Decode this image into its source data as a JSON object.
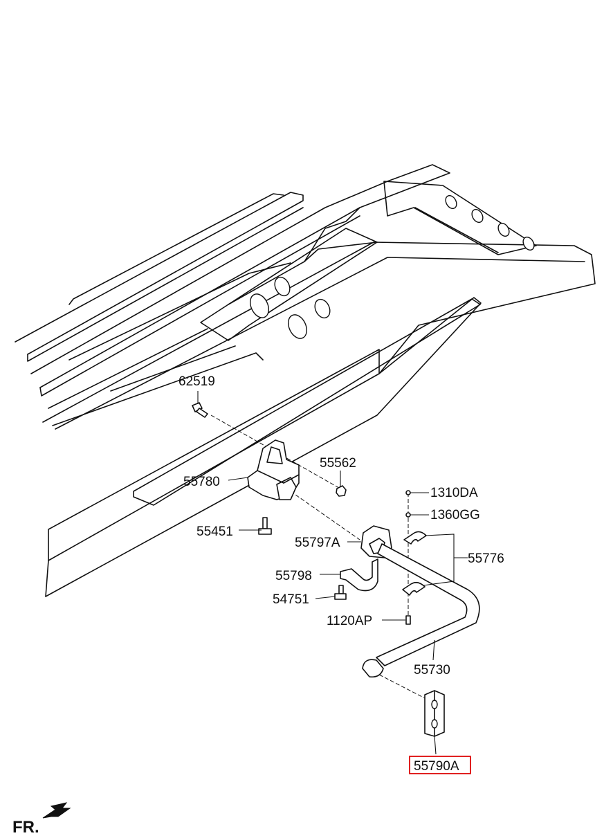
{
  "labels": {
    "p62519": "62519",
    "p55562": "55562",
    "p55780": "55780",
    "p55451": "55451",
    "p1310DA": "1310DA",
    "p1360GG": "1360GG",
    "p55797A": "55797A",
    "p55776": "55776",
    "p55798": "55798",
    "p54751": "54751",
    "p1120AP": "1120AP",
    "p55730": "55730",
    "p55790A": "55790A"
  },
  "highlight": {
    "part": "55790A",
    "color": "#e02020"
  },
  "orientation": {
    "text": "FR.",
    "icon": "arrow-down-left-icon"
  }
}
